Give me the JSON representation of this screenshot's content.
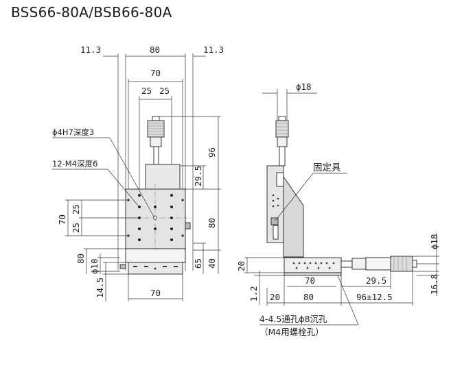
{
  "title": "BSS66-80A/BSB66-80A",
  "front_view": {
    "dims": {
      "left_overhang": "11.3",
      "top_width": "80",
      "right_overhang": "11.3",
      "hole_span": "70",
      "half_left": "25",
      "half_right": "25",
      "micrometer_height": "96",
      "micrometer_offset": "29.5",
      "body_height": "80",
      "height_65": "65",
      "height_40": "40",
      "vert_70": "70",
      "vert_25a": "25",
      "vert_25b": "25",
      "left_80": "80",
      "phi10": "ϕ10",
      "bottom_14_5": "14.5",
      "bottom_width": "70"
    },
    "labels": {
      "hole_spec": "ϕ4H7深度3",
      "tap_spec": "12-M4深度6"
    }
  },
  "side_view": {
    "dims": {
      "phi18_top": "ϕ18",
      "phi18_right": "ϕ18",
      "height_20": "20",
      "gap_1_2": "1.2",
      "base_70": "70",
      "base_80": "80",
      "offset_20": "20",
      "stroke_29_5": "29.5",
      "travel": "96±12.5",
      "height_16_8": "16.8"
    },
    "labels": {
      "clamp": "固定具",
      "mount_holes": "4-4.5通孔ϕ8沉孔",
      "mount_bolt": "（M4用螺栓孔）"
    }
  }
}
